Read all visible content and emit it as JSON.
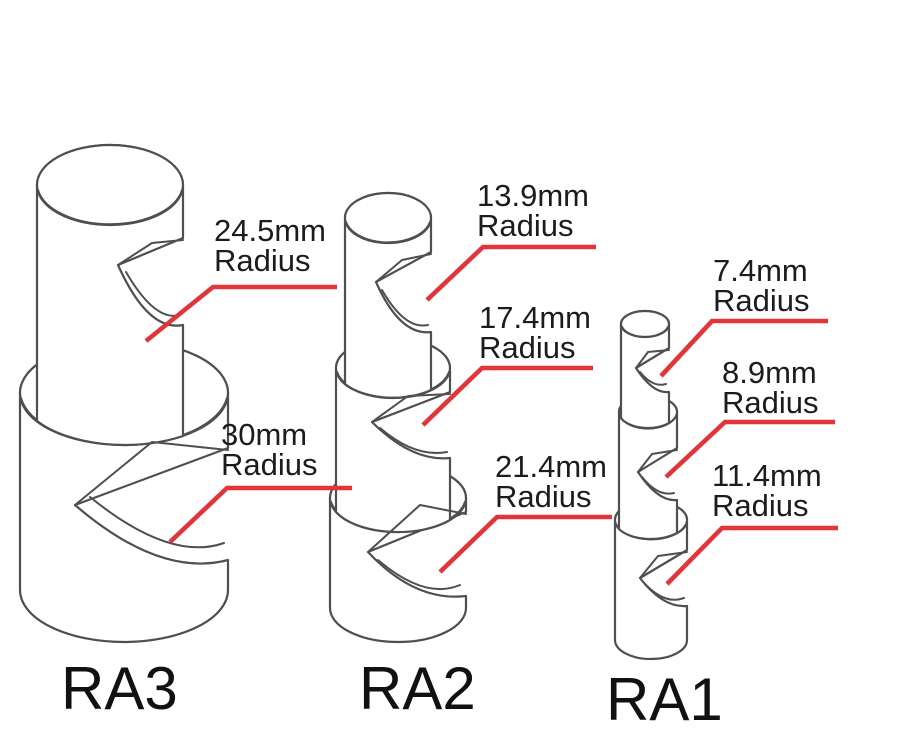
{
  "figure": {
    "type": "technical-diagram",
    "subject": "stepped radius tool heads with radius callouts"
  },
  "colors": {
    "leader_red": "#e0363a",
    "line_gray": "#4f4f4f",
    "text": "#1c1c1c",
    "background": "#ffffff"
  },
  "tools": [
    {
      "name": "RA3",
      "annotations": [
        {
          "value": "24.5mm",
          "label": "Radius"
        },
        {
          "value": "30mm",
          "label": "Radius"
        }
      ]
    },
    {
      "name": "RA2",
      "annotations": [
        {
          "value": "13.9mm",
          "label": "Radius"
        },
        {
          "value": "17.4mm",
          "label": "Radius"
        },
        {
          "value": "21.4mm",
          "label": "Radius"
        }
      ]
    },
    {
      "name": "RA1",
      "annotations": [
        {
          "value": "7.4mm",
          "label": "Radius"
        },
        {
          "value": "8.9mm",
          "label": "Radius"
        },
        {
          "value": "11.4mm",
          "label": "Radius"
        }
      ]
    }
  ]
}
